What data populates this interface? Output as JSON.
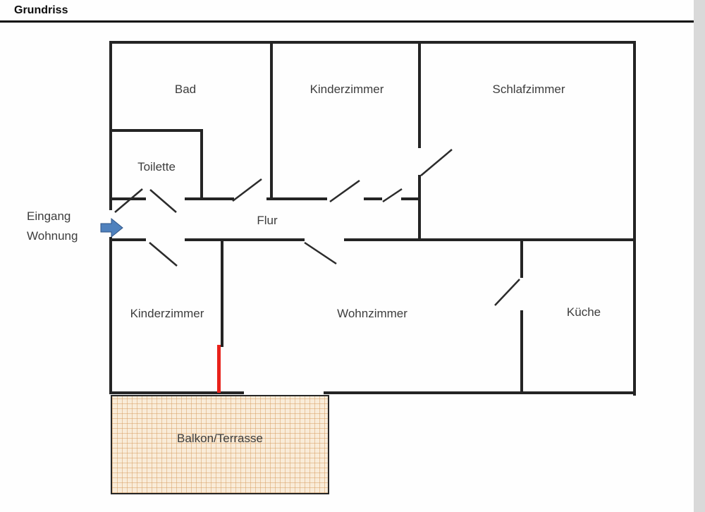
{
  "page": {
    "title": "Grundriss"
  },
  "floorplan": {
    "rooms": [
      {
        "id": "bad",
        "label": "Bad"
      },
      {
        "id": "kinderzimmer-oben",
        "label": "Kinderzimmer"
      },
      {
        "id": "schlafzimmer",
        "label": "Schlafzimmer"
      },
      {
        "id": "toilette",
        "label": "Toilette"
      },
      {
        "id": "flur",
        "label": "Flur"
      },
      {
        "id": "kinderzimmer-unten",
        "label": "Kinderzimmer"
      },
      {
        "id": "wohnzimmer",
        "label": "Wohnzimmer"
      },
      {
        "id": "kueche",
        "label": "Küche"
      },
      {
        "id": "balkon",
        "label": "Balkon/Terrasse"
      }
    ],
    "entrance": {
      "line1": "Eingang",
      "line2": "Wohnung"
    },
    "colors": {
      "wall": "#242424",
      "label_text": "#3d3d3d",
      "entrance_arrow": "#4f81bd",
      "highlight_line": "#e8221b",
      "balcony_fill": "#f9ecd9",
      "balcony_grid": "#d69d60",
      "page_edge": "#d9d9d9"
    }
  }
}
